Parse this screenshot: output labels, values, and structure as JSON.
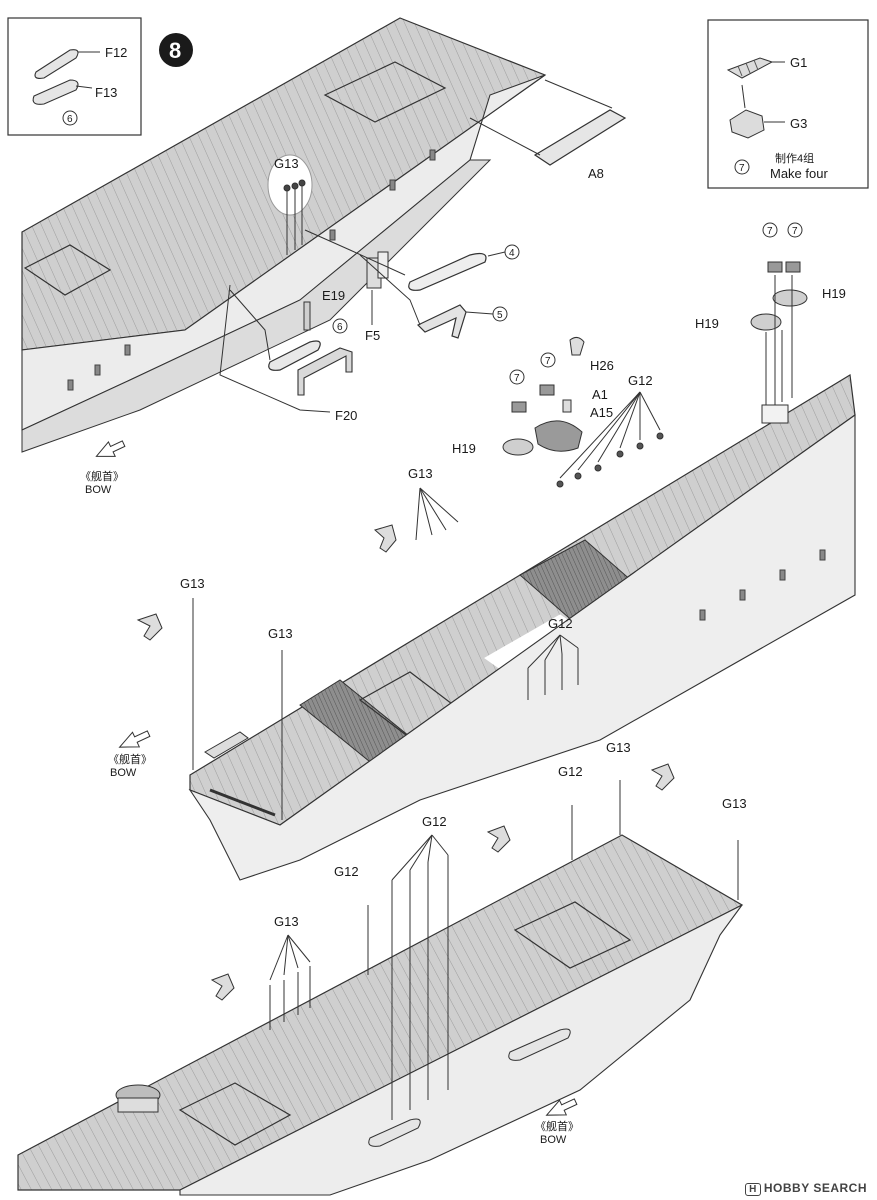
{
  "step_number": "8",
  "inset_left": {
    "parts": [
      "F12",
      "F13"
    ],
    "ref": "6"
  },
  "inset_right": {
    "parts": [
      "G1",
      "G3"
    ],
    "ref": "7",
    "note_cn": "制作4组",
    "note_en": "Make four"
  },
  "top_assembly": {
    "labels": {
      "g13": "G13",
      "e19": "E19",
      "f5": "F5",
      "f20": "F20",
      "a8": "A8"
    },
    "refs": {
      "r4": "4",
      "r5": "5",
      "r6": "6"
    },
    "bow_cn": "《舰首》",
    "bow_en": "BOW"
  },
  "middle_assembly": {
    "labels": {
      "h19a": "H19",
      "h19b": "H19",
      "h19c": "H19",
      "h26": "H26",
      "a1": "A1",
      "a15": "A15",
      "g12a": "G12",
      "g12b": "G12",
      "g13a": "G13",
      "g13b": "G13",
      "g13c": "G13"
    },
    "refs": [
      "7",
      "7",
      "7",
      "7"
    ],
    "bow_cn": "《舰首》",
    "bow_en": "BOW"
  },
  "bottom_assembly": {
    "labels": {
      "g13a": "G13",
      "g13b": "G13",
      "g13c": "G13",
      "g12a": "G12",
      "g12b": "G12",
      "g12c": "G12"
    },
    "bow_cn": "《舰首》",
    "bow_en": "BOW"
  },
  "watermark": {
    "badge": "H",
    "text": "HOBBY SEARCH"
  },
  "colors": {
    "deck": "#c9c9c9",
    "deck_dark": "#9a9a9a",
    "hull": "#ededed",
    "ink": "#1a1a1a"
  }
}
